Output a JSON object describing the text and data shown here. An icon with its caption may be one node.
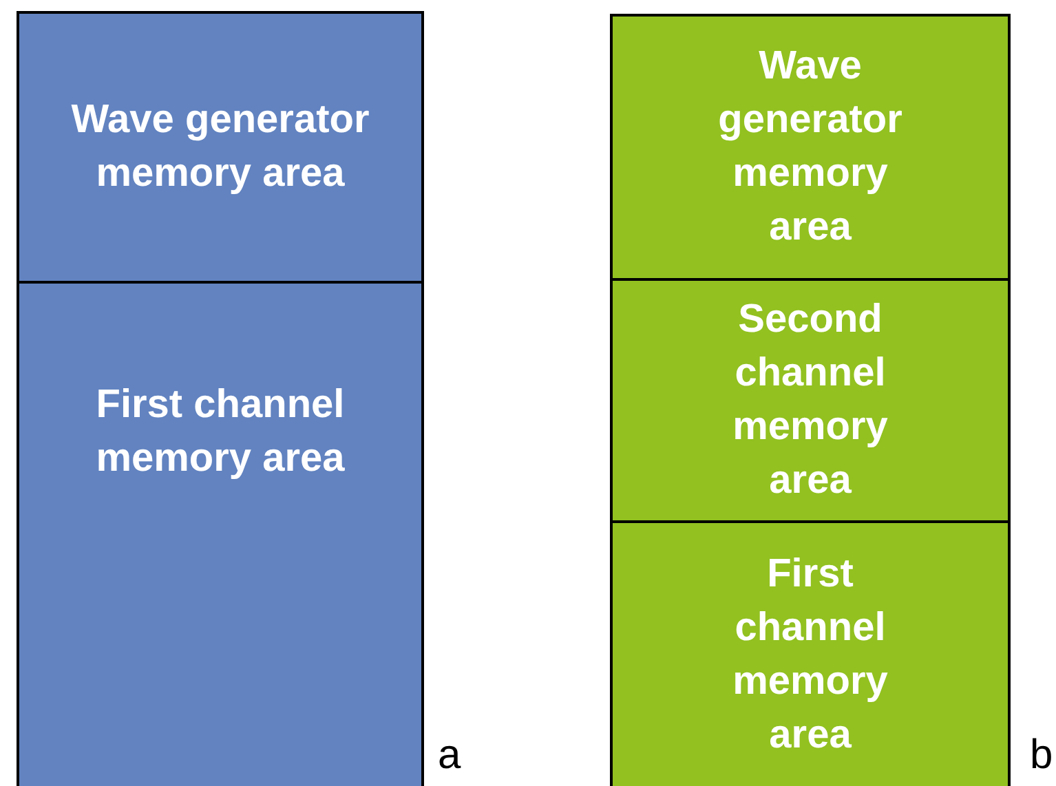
{
  "diagram": {
    "nodes": [
      {
        "text": [
          "Wave generator memory area"
        ]
      },
      {
        "text": [
          "First channel memory area"
        ]
      },
      {
        "text": [
          "Wave generator memory area"
        ]
      },
      {
        "text": [
          "Second channel memory area"
        ]
      },
      {
        "text": [
          "First channel memory area"
        ]
      }
    ],
    "labels": [
      "a",
      "b"
    ]
  }
}
